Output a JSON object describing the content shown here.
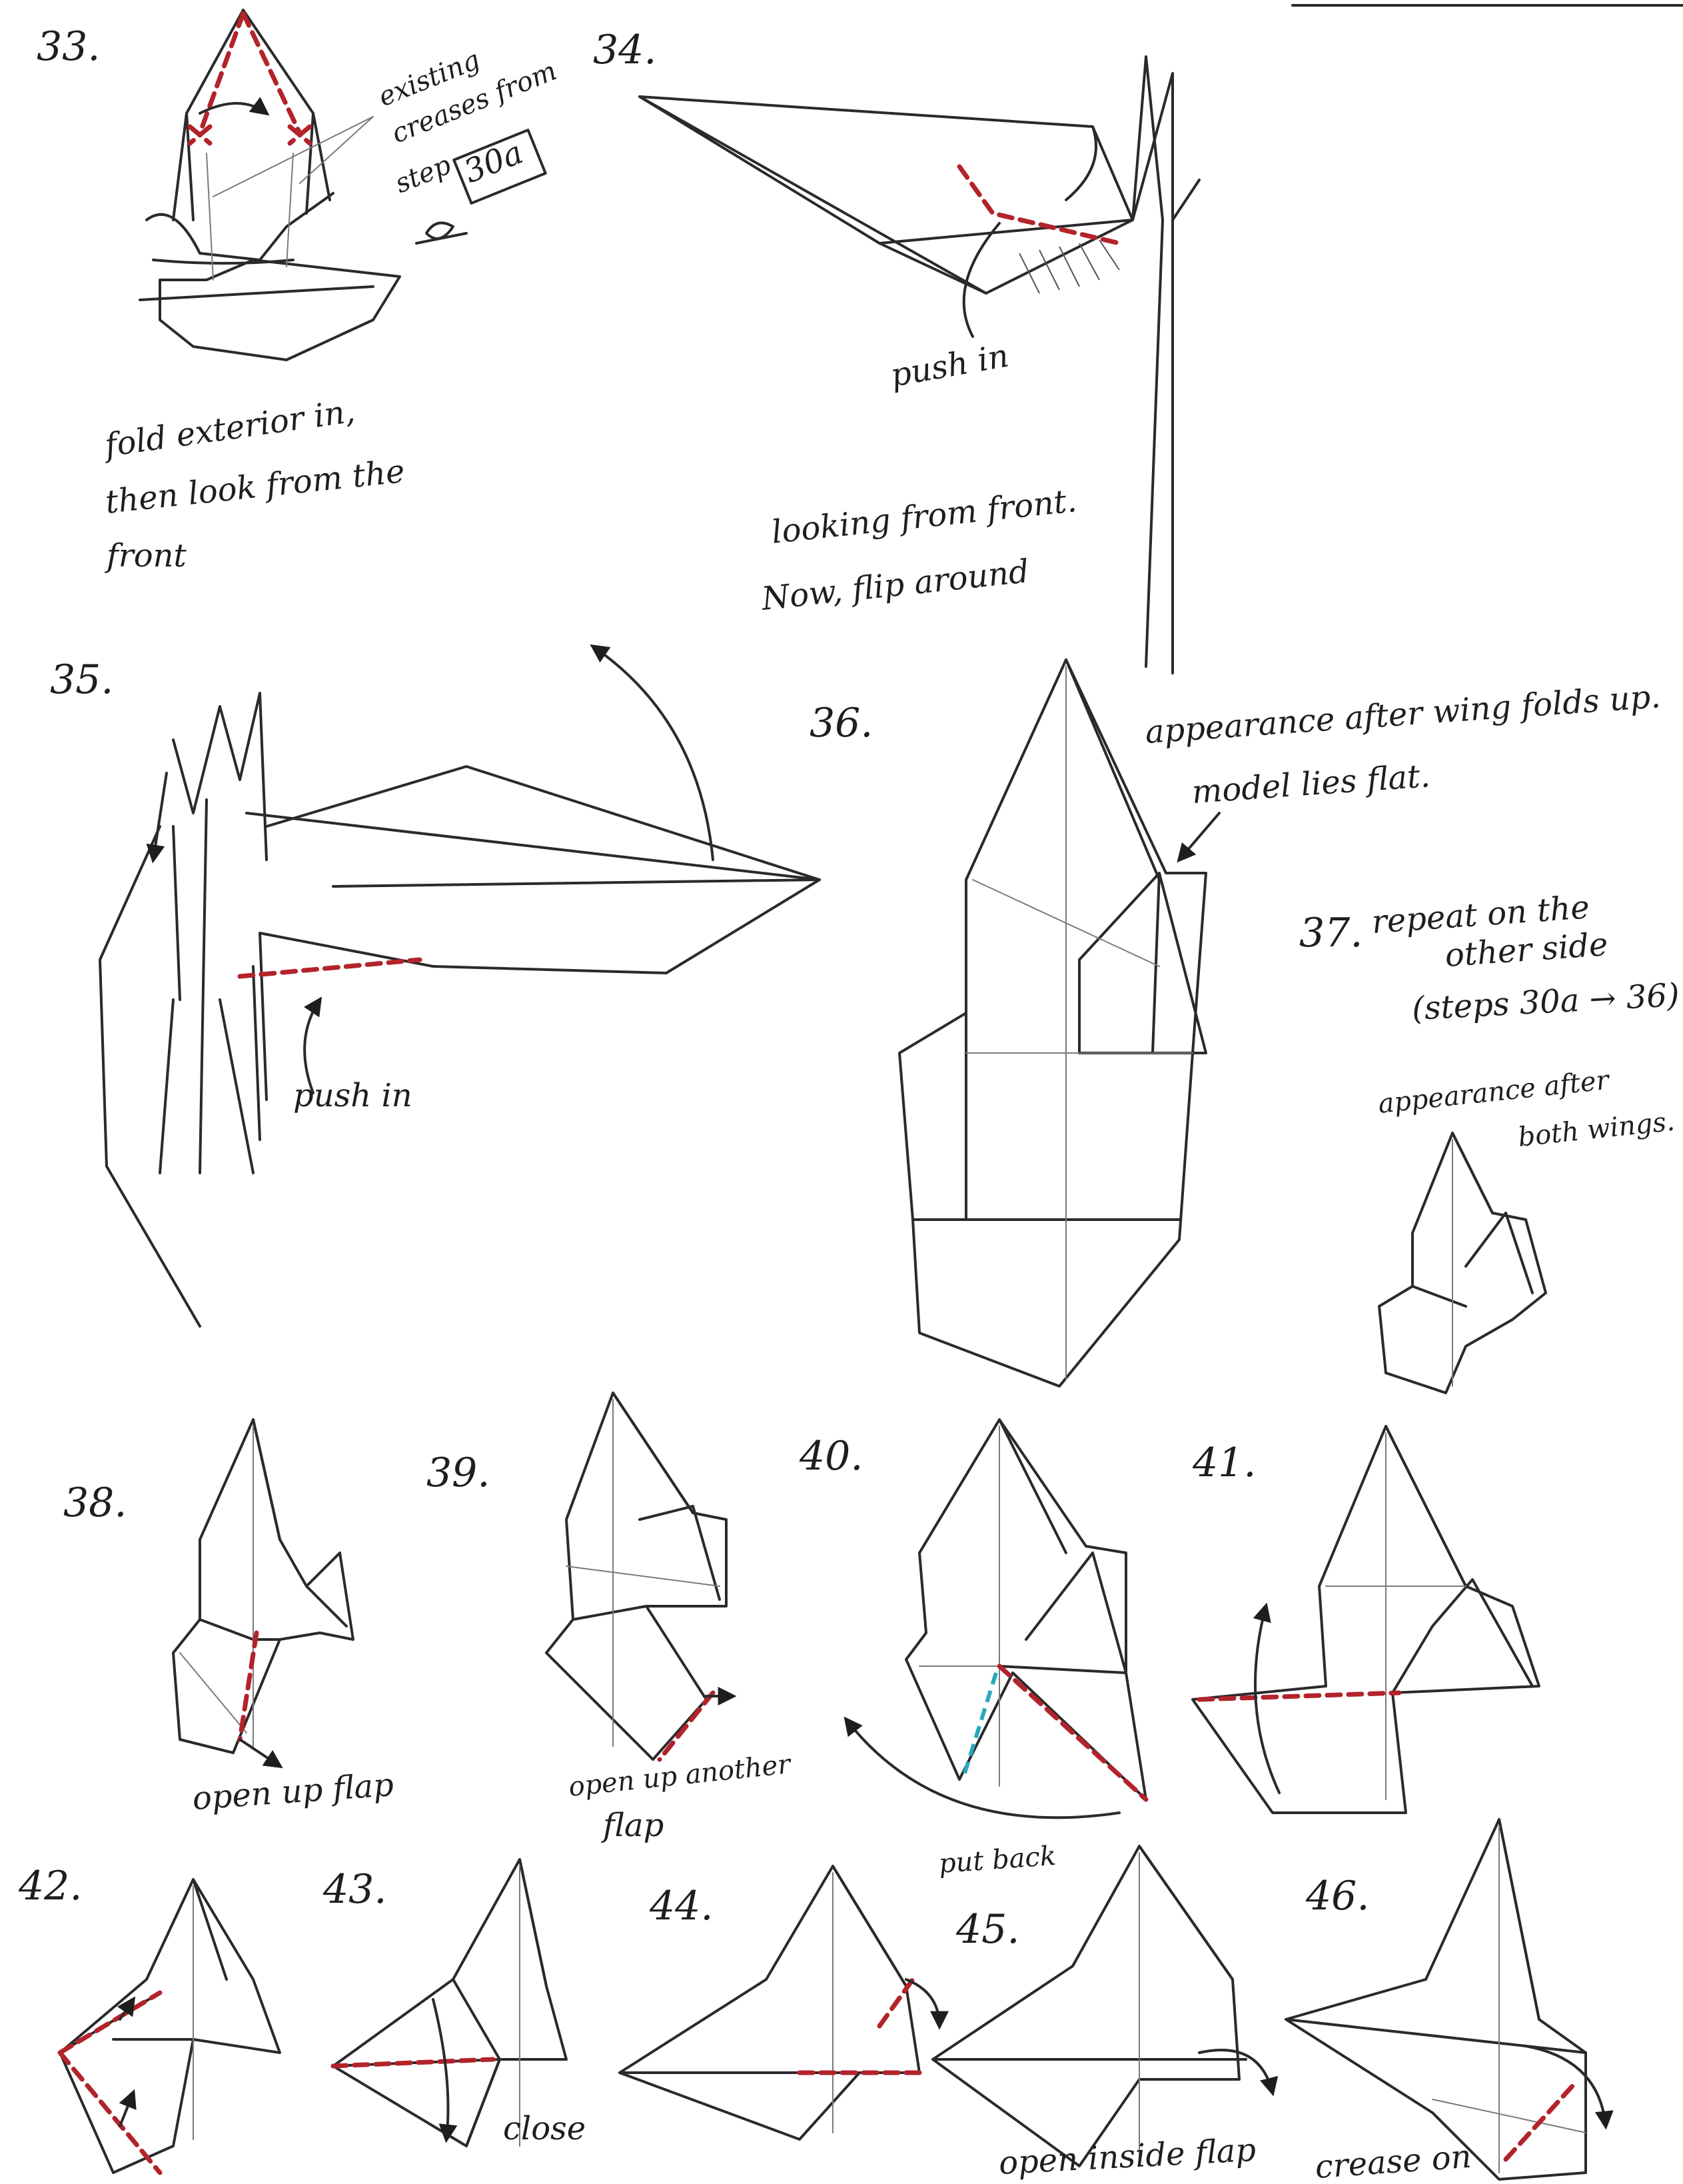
{
  "steps": {
    "s33": {
      "number": "33.",
      "note_existing": [
        "existing",
        "creases from",
        "step"
      ],
      "note_ref": "30a",
      "caption": [
        "fold exterior in,",
        "then look from the",
        "front"
      ]
    },
    "s34": {
      "number": "34.",
      "push": "push in",
      "caption": [
        "looking from front.",
        "Now, flip around"
      ]
    },
    "s35": {
      "number": "35.",
      "push": "push in"
    },
    "s36": {
      "number": "36.",
      "caption": [
        "appearance after wing folds up.",
        "model lies flat."
      ]
    },
    "s37": {
      "number": "37.",
      "caption": [
        "repeat on the",
        "other side",
        "(steps 30a → 36)"
      ],
      "sub": [
        "appearance after",
        "both wings."
      ]
    },
    "s38": {
      "number": "38.",
      "caption": "open up flap"
    },
    "s39": {
      "number": "39.",
      "caption": [
        "open up another",
        "flap"
      ]
    },
    "s40": {
      "number": "40.",
      "caption": "put back"
    },
    "s41": {
      "number": "41."
    },
    "s42": {
      "number": "42."
    },
    "s43": {
      "number": "43.",
      "caption": "close"
    },
    "s44": {
      "number": "44."
    },
    "s45": {
      "number": "45.",
      "caption": "open inside flap"
    },
    "s46": {
      "number": "46.",
      "caption": "crease on"
    }
  },
  "colors": {
    "ink": "#2a2a2a",
    "fold_line": "#b3232a",
    "crease_line": "#2aa7bf"
  }
}
